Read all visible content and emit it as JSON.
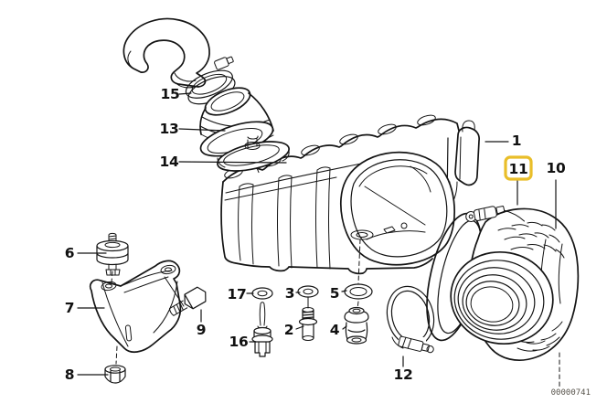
{
  "figure": {
    "background": "#ffffff",
    "line_color": "#141414",
    "doc_number": "00000741",
    "highlight": {
      "color": "#e9be29",
      "label": "11"
    },
    "callouts": {
      "c1": "1",
      "c2": "2",
      "c3": "3",
      "c4": "4",
      "c5": "5",
      "c6": "6",
      "c7": "7",
      "c8": "8",
      "c9": "9",
      "c10": "10",
      "c11": "11",
      "c12": "12",
      "c13": "13",
      "c14": "14",
      "c15": "15",
      "c16": "16",
      "c17": "17"
    }
  }
}
